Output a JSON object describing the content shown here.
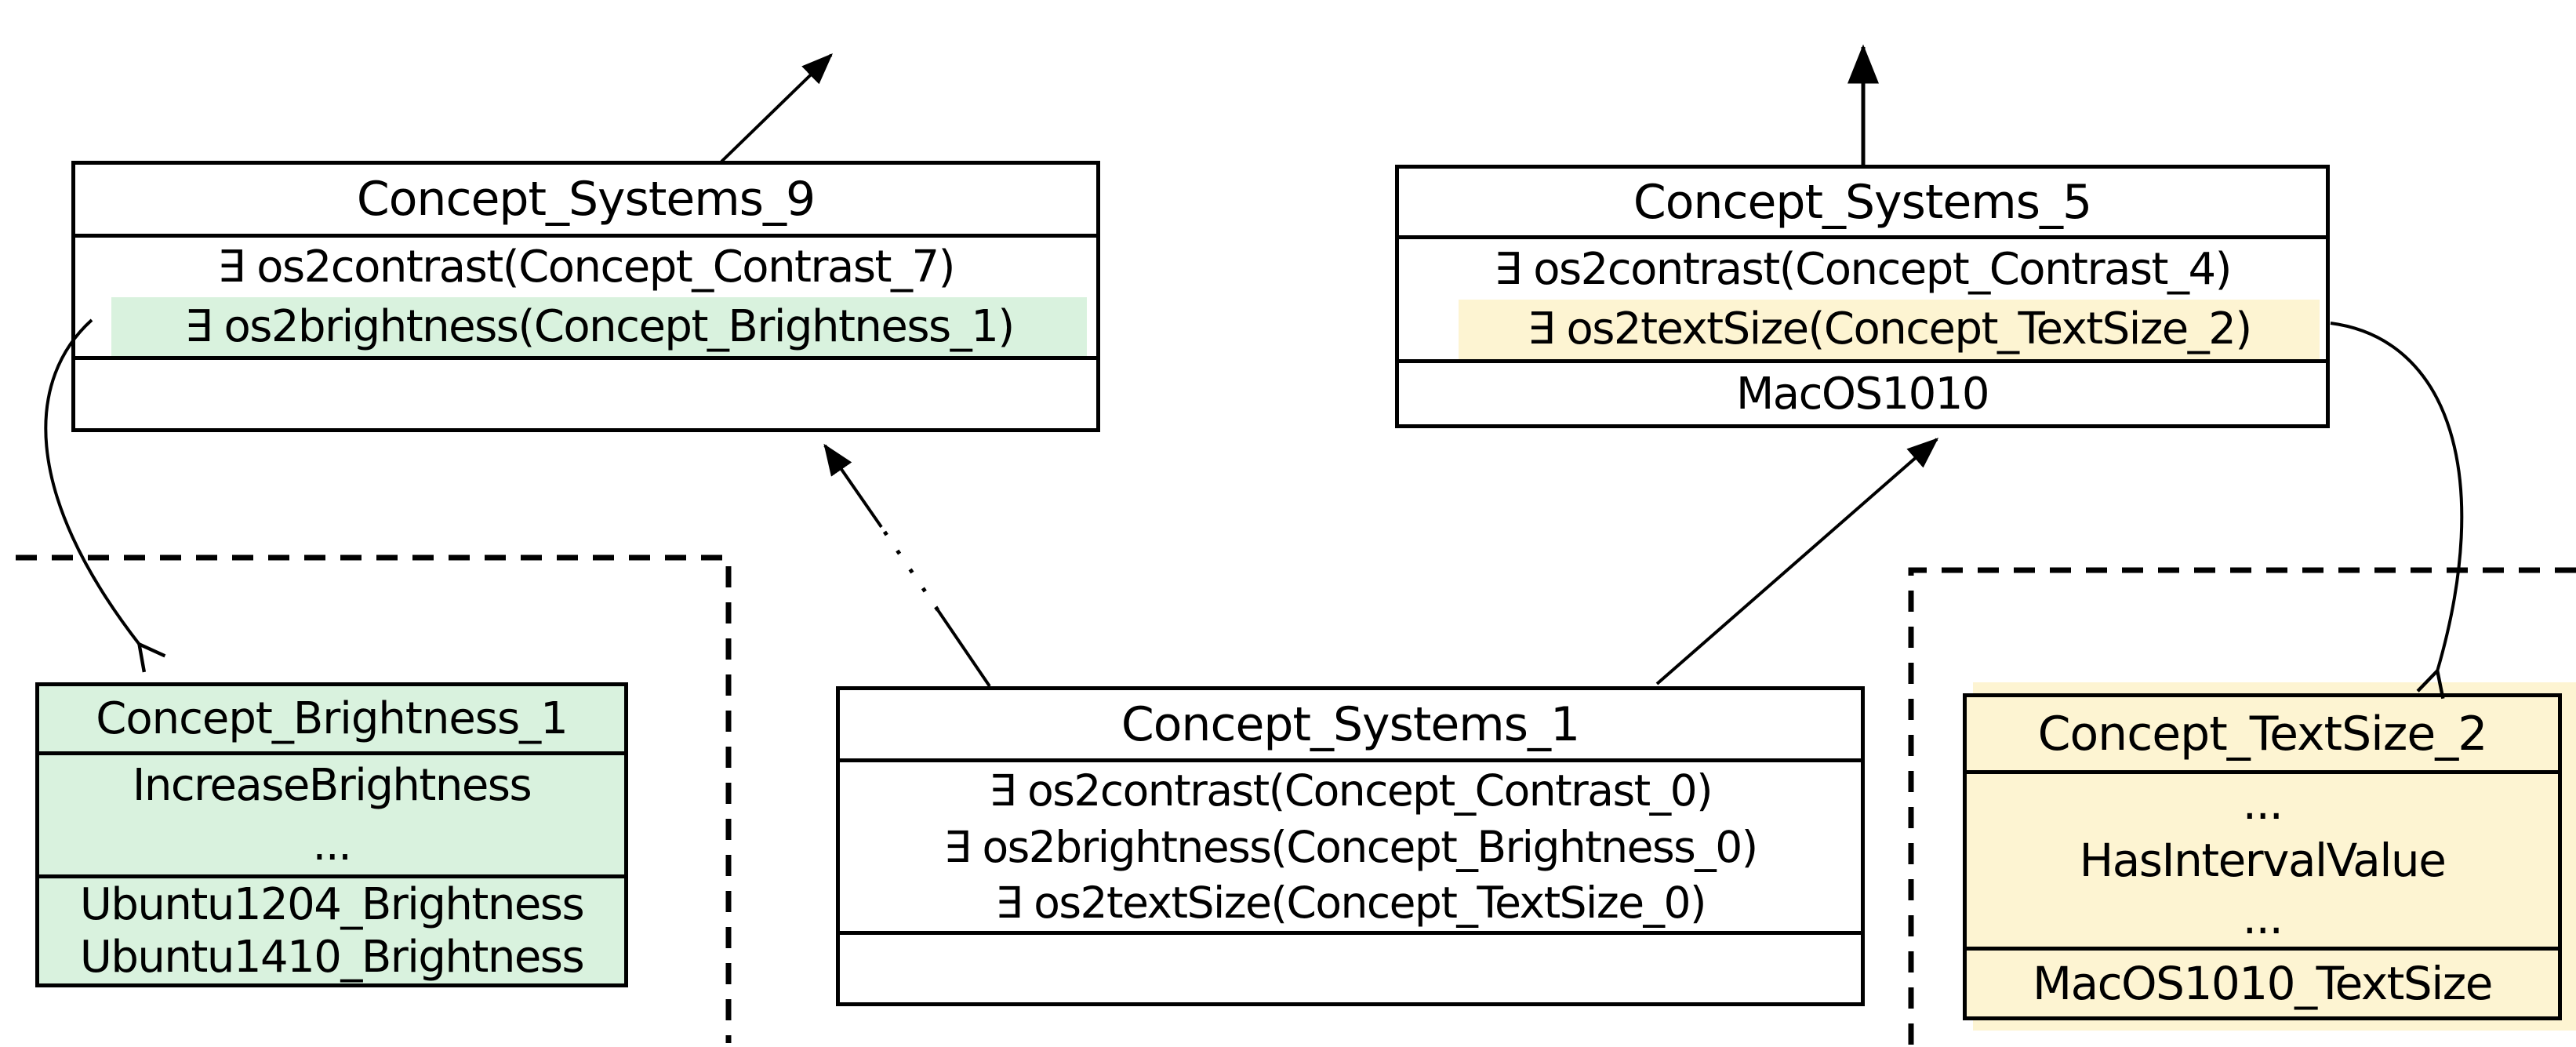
{
  "colors": {
    "background": "#ffffff",
    "line": "#000000",
    "green": "#d9f2de",
    "yellow": "#fdf4d2"
  },
  "nodes": [
    {
      "id": "Concept_Systems_9",
      "title": "Concept_Systems_9",
      "attrs": [
        "∃ os2contrast(Concept_Contrast_7)",
        "∃ os2brightness(Concept_Brightness_1)"
      ],
      "highlight_row": "os2brightness row highlighted green",
      "individuals": []
    },
    {
      "id": "Concept_Systems_5",
      "title": "Concept_Systems_5",
      "attrs": [
        "∃ os2contrast(Concept_Contrast_4)",
        "∃ os2textSize(Concept_TextSize_2)"
      ],
      "highlight_row": "os2textSize row highlighted yellow",
      "individuals": [
        "MacOS1010"
      ]
    },
    {
      "id": "Concept_Systems_1",
      "title": "Concept_Systems_1",
      "attrs": [
        "∃ os2contrast(Concept_Contrast_0)",
        "∃ os2brightness(Concept_Brightness_0)",
        "∃ os2textSize(Concept_TextSize_0)"
      ],
      "individuals": []
    },
    {
      "id": "Concept_Brightness_1",
      "title": "Concept_Brightness_1",
      "attrs": [
        "IncreaseBrightness",
        "..."
      ],
      "individuals": [
        "Ubuntu1204_Brightness",
        "Ubuntu1410_Brightness"
      ],
      "fill": "green"
    },
    {
      "id": "Concept_TextSize_2",
      "title": "Concept_TextSize_2",
      "attrs": [
        "...",
        "HasIntervalValue",
        "..."
      ],
      "individuals": [
        "MacOS1010_TextSize"
      ],
      "fill": "yellow"
    }
  ],
  "edges": [
    {
      "id": "systems9-up-arrow",
      "style": "solid line, solid arrowhead pointing up-right off canvas"
    },
    {
      "id": "systems5-up-arrow",
      "style": "solid vertical line, solid arrowhead pointing up"
    },
    {
      "id": "systems1-to-systems9",
      "style": "solid-dotted-solid line, solid arrowhead at Concept_Systems_9 bottom"
    },
    {
      "id": "systems1-to-systems5",
      "style": "solid line, solid arrowhead at Concept_Systems_5 bottom"
    },
    {
      "id": "brightness-row-to-brightness-node",
      "style": "curved line, open arrowhead, from green row to Concept_Brightness_1"
    },
    {
      "id": "textsize-row-to-textsize-node",
      "style": "curved line, open arrowhead, from yellow row to Concept_TextSize_2"
    }
  ],
  "regions": [
    {
      "id": "left-dashed-boundary"
    },
    {
      "id": "right-dashed-boundary"
    }
  ]
}
